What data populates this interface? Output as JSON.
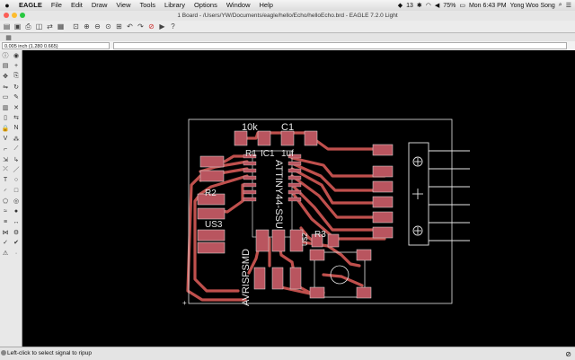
{
  "menubar": {
    "apple": "",
    "app_name": "EAGLE",
    "items": [
      "File",
      "Edit",
      "Draw",
      "View",
      "Tools",
      "Library",
      "Options",
      "Window",
      "Help"
    ],
    "status_number": "13",
    "battery": "75%",
    "clock": "Mon 6:43 PM",
    "user": "Yong Woo Song"
  },
  "window": {
    "title": "1 Board - /Users/YW/Documents/eagle/hello/Echo/helloEcho.brd - EAGLE 7.2.0 Light"
  },
  "coordinate": {
    "value": "0.005 inch (1.280 0.665)"
  },
  "board": {
    "labels": {
      "r10k": "10k",
      "c1": "C1",
      "ic1": "IC1",
      "r1": "R1",
      "c1uf": "1uf",
      "r2": "R2",
      "us3": "US3",
      "attiny": "ATTINY44-SSU",
      "r3": "R3",
      "avrisp": "AVRISPSMD",
      "u2": "U$2"
    }
  },
  "status": {
    "text": "Left-click to select signal to ripup"
  },
  "colors": {
    "canvas": "#000000",
    "trace": "#c0504d",
    "pad": "#b9555f",
    "outline": "#e6e6e6",
    "label": "#e8e8e8"
  }
}
